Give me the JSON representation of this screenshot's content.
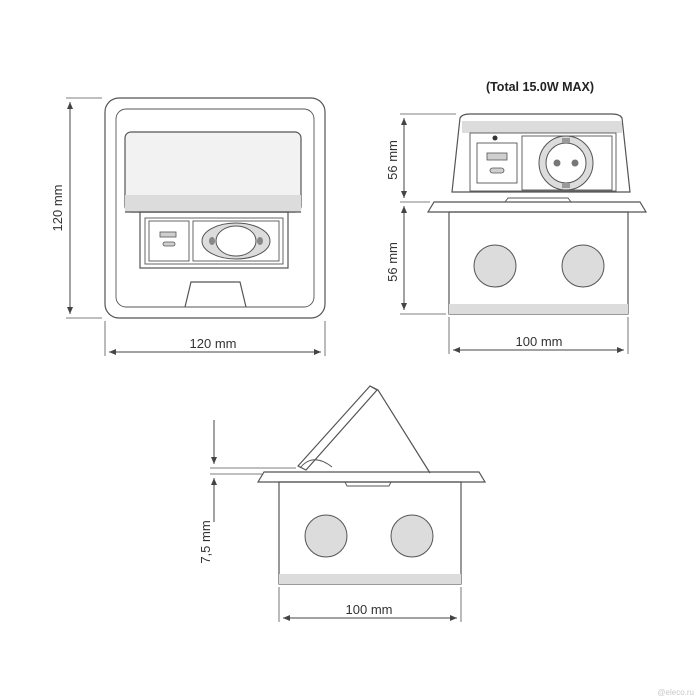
{
  "front_view": {
    "height_label": "120 mm",
    "width_label": "120 mm"
  },
  "side_view": {
    "note": "(Total 15.0W MAX)",
    "upper_height_label": "56 mm",
    "lower_height_label": "56 mm",
    "width_label": "100 mm"
  },
  "open_view": {
    "height_label": "7,5 mm",
    "width_label": "100 mm"
  },
  "watermark": "@eleco.ru"
}
